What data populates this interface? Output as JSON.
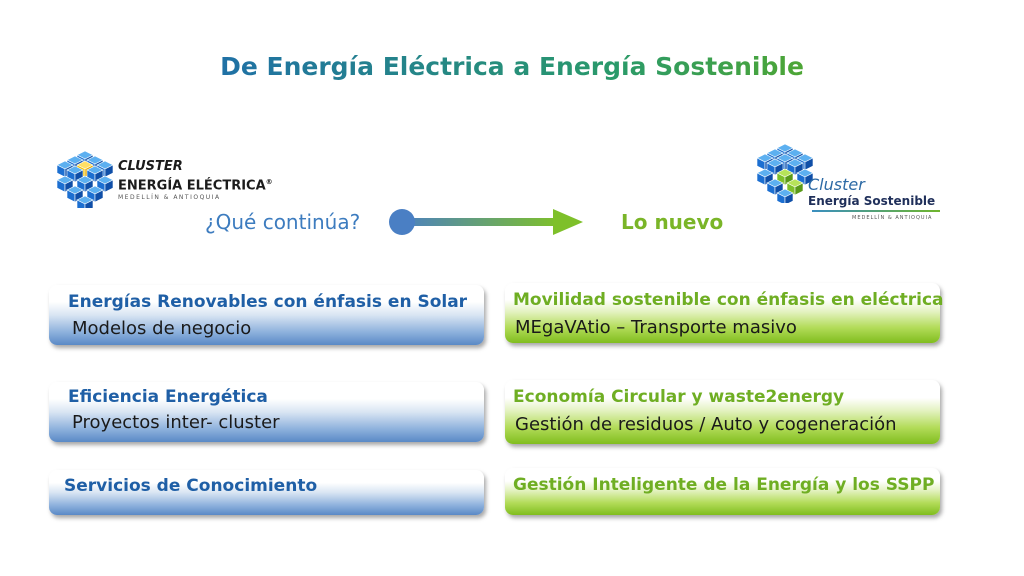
{
  "title": "De Energía Eléctrica a Energía Sostenible",
  "left_logo": {
    "line1": "CLUSTER",
    "line2": "ENERGÍA ELÉCTRICA",
    "mark": "®",
    "line3": "MEDELLÍN & ANTIOQUIA",
    "icon": "blue-cube-cluster-icon"
  },
  "right_logo": {
    "line1": "Cluster",
    "line2": "Energía Sostenible",
    "line3": "MEDELLÍN & ANTIOQUIA",
    "icon": "blue-green-cube-cluster-icon"
  },
  "transition": {
    "left_label": "¿Qué continúa?",
    "right_label": "Lo nuevo",
    "icon": "gradient-arrow-icon"
  },
  "left_items": [
    {
      "title": "Energías Renovables con énfasis en Solar",
      "subtitle": "Modelos de negocio"
    },
    {
      "title": "Eficiencia Energética",
      "subtitle": "Proyectos inter- cluster"
    },
    {
      "title": "Servicios de Conocimiento",
      "subtitle": ""
    }
  ],
  "right_items": [
    {
      "title": "Movilidad sostenible con énfasis en eléctrica",
      "subtitle": "MEgaVAtio – Transporte masivo"
    },
    {
      "title": "Economía Circular y waste2energy",
      "subtitle": "Gestión de residuos / Auto y cogeneración"
    },
    {
      "title": "Gestión Inteligente de la Energía y los SSPP",
      "subtitle": ""
    }
  ],
  "colors": {
    "blue": "#3d7cbf",
    "green": "#7ab528"
  }
}
